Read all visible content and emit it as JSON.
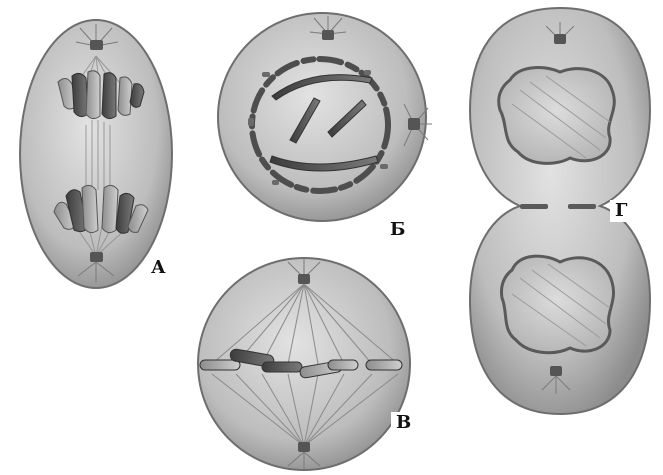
{
  "labels": {
    "a": "А",
    "b": "Б",
    "v": "В",
    "g": "Г"
  },
  "colors": {
    "background": "#ffffff",
    "cell_fill": "#bdbdbd",
    "cell_edge": "#6e6e6e",
    "chromosome_dark": "#4a4a4a",
    "chromosome_light": "#a9a9a9",
    "spindle": "#8a8a8a",
    "nucleus_fill": "#d2d2d2",
    "nucleus_edge": "#5a5a5a"
  },
  "stages_shown": [
    "anaphase",
    "prophase",
    "metaphase",
    "telophase"
  ]
}
